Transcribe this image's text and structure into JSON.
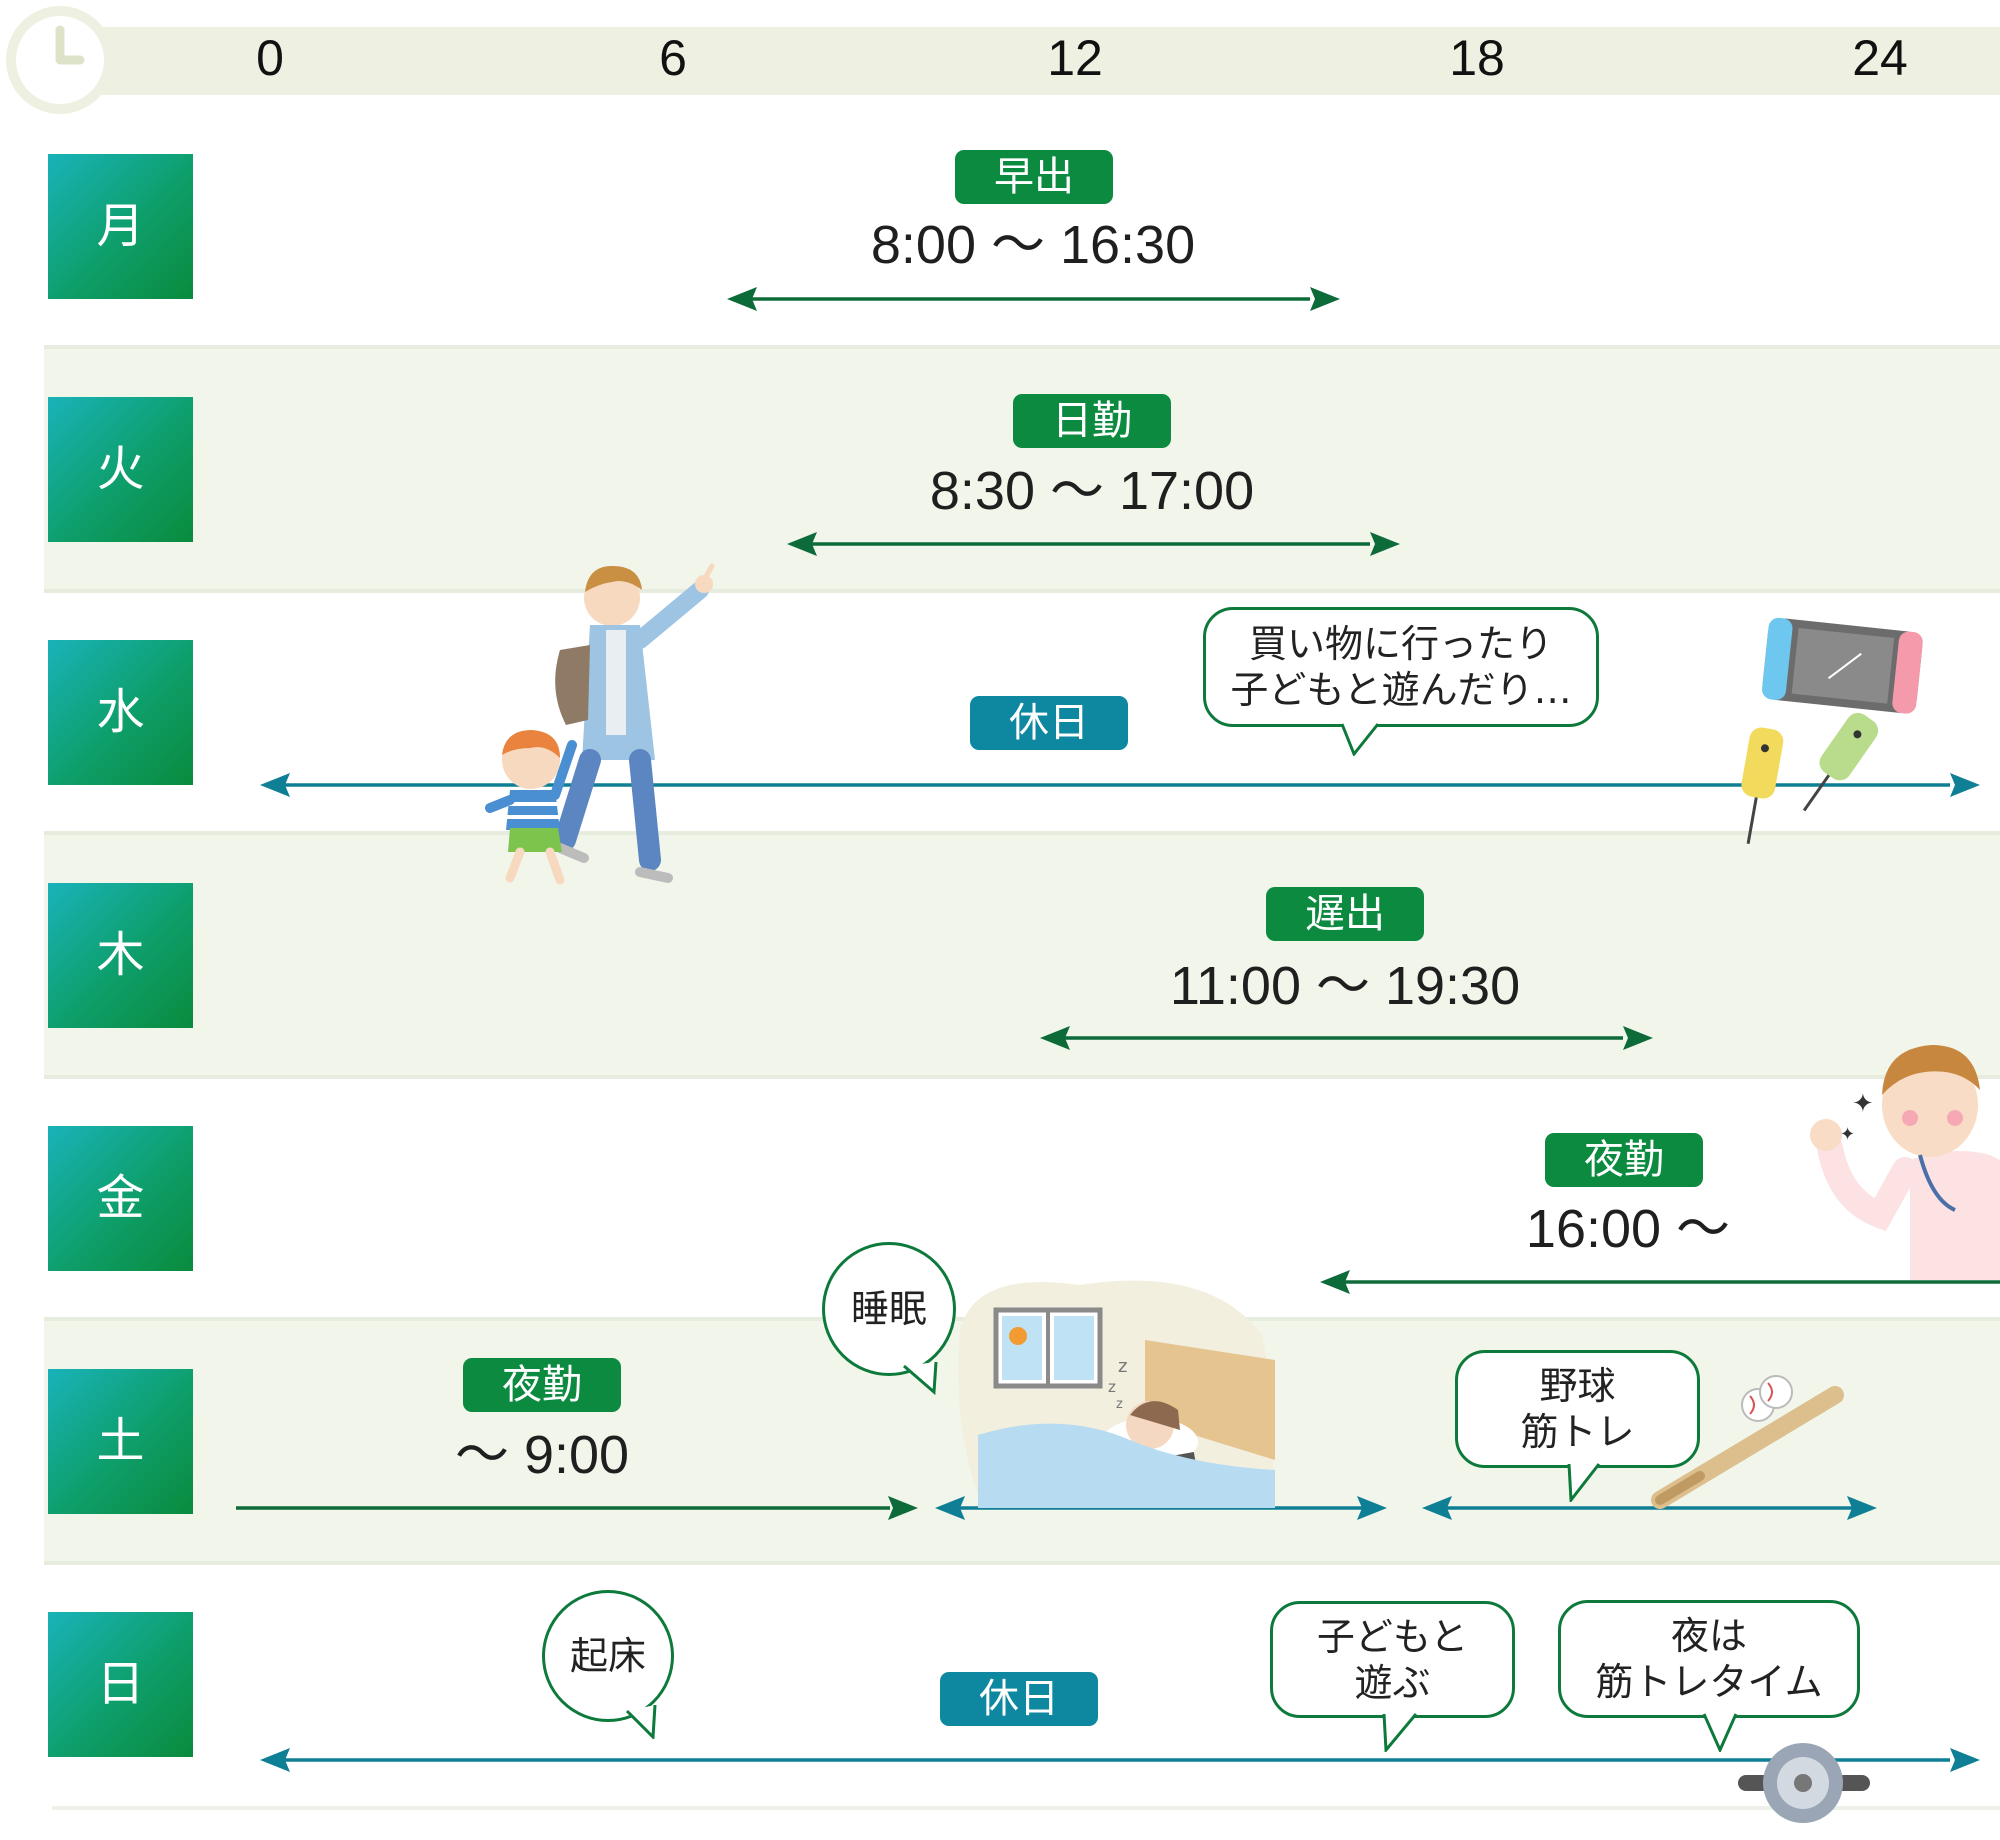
{
  "timeline": {
    "ticks": [
      "0",
      "6",
      "12",
      "18",
      "24"
    ],
    "colors": {
      "green": "#0b8a40",
      "teal": "#0e87a0",
      "arrow_green": "#0d6b3a",
      "arrow_teal": "#0e7f94"
    }
  },
  "days": [
    {
      "label": "月",
      "badge": "早出",
      "time": "8:00 〜 16:30"
    },
    {
      "label": "火",
      "badge": "日勤",
      "time": "8:30 〜 17:00"
    },
    {
      "label": "水",
      "badge": "休日",
      "bubble": "買い物に行ったり\n子どもと遊んだり…"
    },
    {
      "label": "木",
      "badge": "遅出",
      "time": "11:00 〜 19:30"
    },
    {
      "label": "金",
      "badge": "夜勤",
      "time": "16:00 〜"
    },
    {
      "label": "土",
      "badge": "夜勤",
      "time": "〜 9:00",
      "bubble_sleep": "睡眠",
      "bubble_sport": "野球\n筋トレ"
    },
    {
      "label": "日",
      "badge": "休日",
      "bubble_wake": "起床",
      "bubble_kids": "子どもと\n遊ぶ",
      "bubble_night": "夜は\n筋トレタイム"
    }
  ],
  "icons": [
    "clock-icon",
    "father-and-child-icon",
    "game-console-icon",
    "nurse-icon",
    "sleeping-person-icon",
    "baseball-bat-icon",
    "ab-roller-icon"
  ]
}
